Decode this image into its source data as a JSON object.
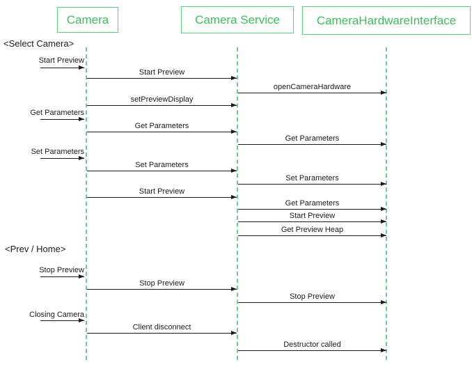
{
  "participants": [
    {
      "name": "Camera"
    },
    {
      "name": "Camera Service"
    },
    {
      "name": "CameraHardwareInterface"
    }
  ],
  "phases": [
    {
      "label": "<Select Camera>"
    },
    {
      "label": "<Prev / Home>"
    }
  ],
  "external_signals": [
    {
      "label": "Start Preview"
    },
    {
      "label": "Get Parameters"
    },
    {
      "label": "Set Parameters"
    },
    {
      "label": "Stop Preview"
    },
    {
      "label": "Closing Camera"
    }
  ],
  "camera_to_service": [
    {
      "label": "Start Preview"
    },
    {
      "label": "setPreviewDisplay"
    },
    {
      "label": "Get Parameters"
    },
    {
      "label": "Set Parameters"
    },
    {
      "label": "Start Preview"
    },
    {
      "label": "Stop Preview"
    },
    {
      "label": "Client disconnect"
    }
  ],
  "service_to_hardware": [
    {
      "label": "openCameraHardware"
    },
    {
      "label": "Get Parameters"
    },
    {
      "label": "Set Parameters"
    },
    {
      "label": "Get Parameters"
    },
    {
      "label": "Start Preview"
    },
    {
      "label": "Get Preview Heap"
    },
    {
      "label": "Stop Preview"
    },
    {
      "label": "Destructor called"
    }
  ],
  "colors": {
    "participant_text": "#3cbe5a",
    "box_border": "#5bd27b",
    "lifeline": "#70ca8e",
    "message": "#1a1a1a",
    "background": "#ffffff"
  }
}
